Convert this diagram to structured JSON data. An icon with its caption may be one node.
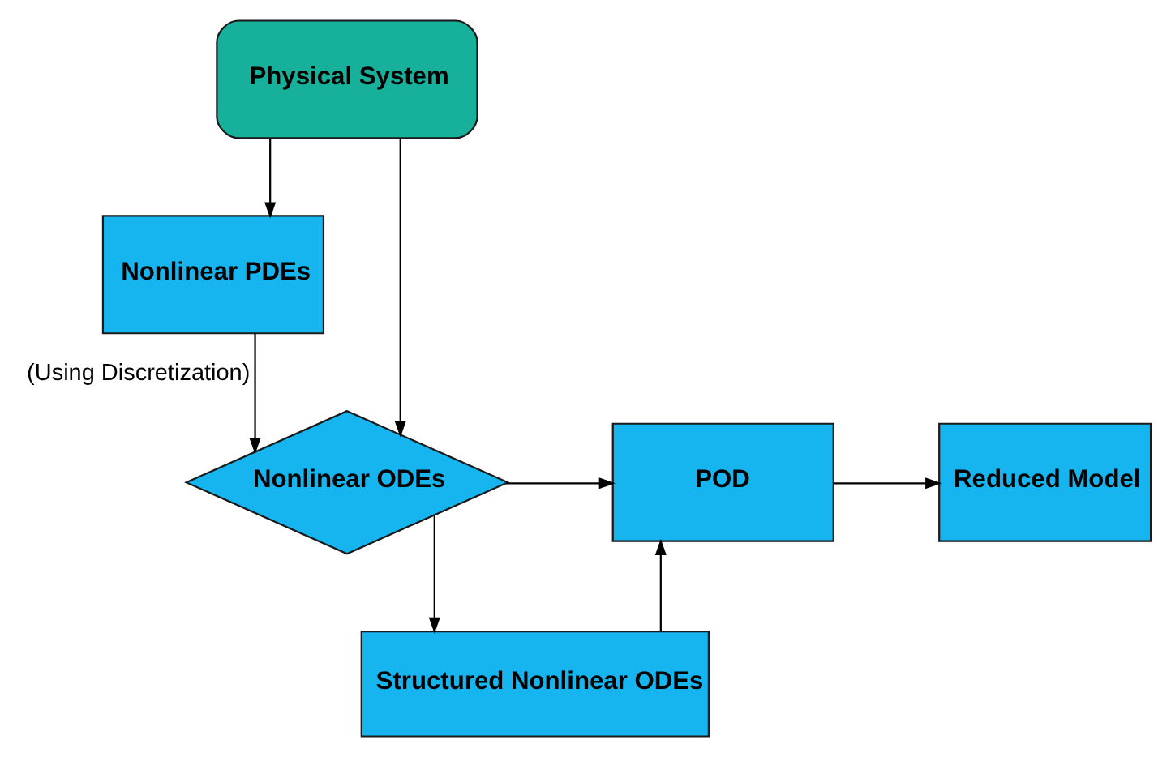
{
  "diagram": {
    "nodes": [
      {
        "text": [
          "Physical System"
        ]
      },
      {
        "text": [
          "Nonlinear PDEs"
        ]
      },
      {
        "text": [
          "Nonlinear ODEs"
        ]
      },
      {
        "text": [
          "POD"
        ]
      },
      {
        "text": [
          "Reduced Model"
        ]
      },
      {
        "text": [
          "Structured Nonlinear ODEs"
        ]
      }
    ],
    "edges": [
      {
        "from": 0,
        "to": 1,
        "arrow": "to"
      },
      {
        "from": 0,
        "to": 2,
        "arrow": "to"
      },
      {
        "from": 1,
        "to": 2,
        "arrow": "to",
        "label": "(Using Discretization)"
      },
      {
        "from": 2,
        "to": 3,
        "arrow": "to"
      },
      {
        "from": 3,
        "to": 4,
        "arrow": "to"
      },
      {
        "from": 2,
        "to": 5,
        "arrow": "to"
      },
      {
        "from": 5,
        "to": 3,
        "arrow": "to"
      }
    ]
  }
}
